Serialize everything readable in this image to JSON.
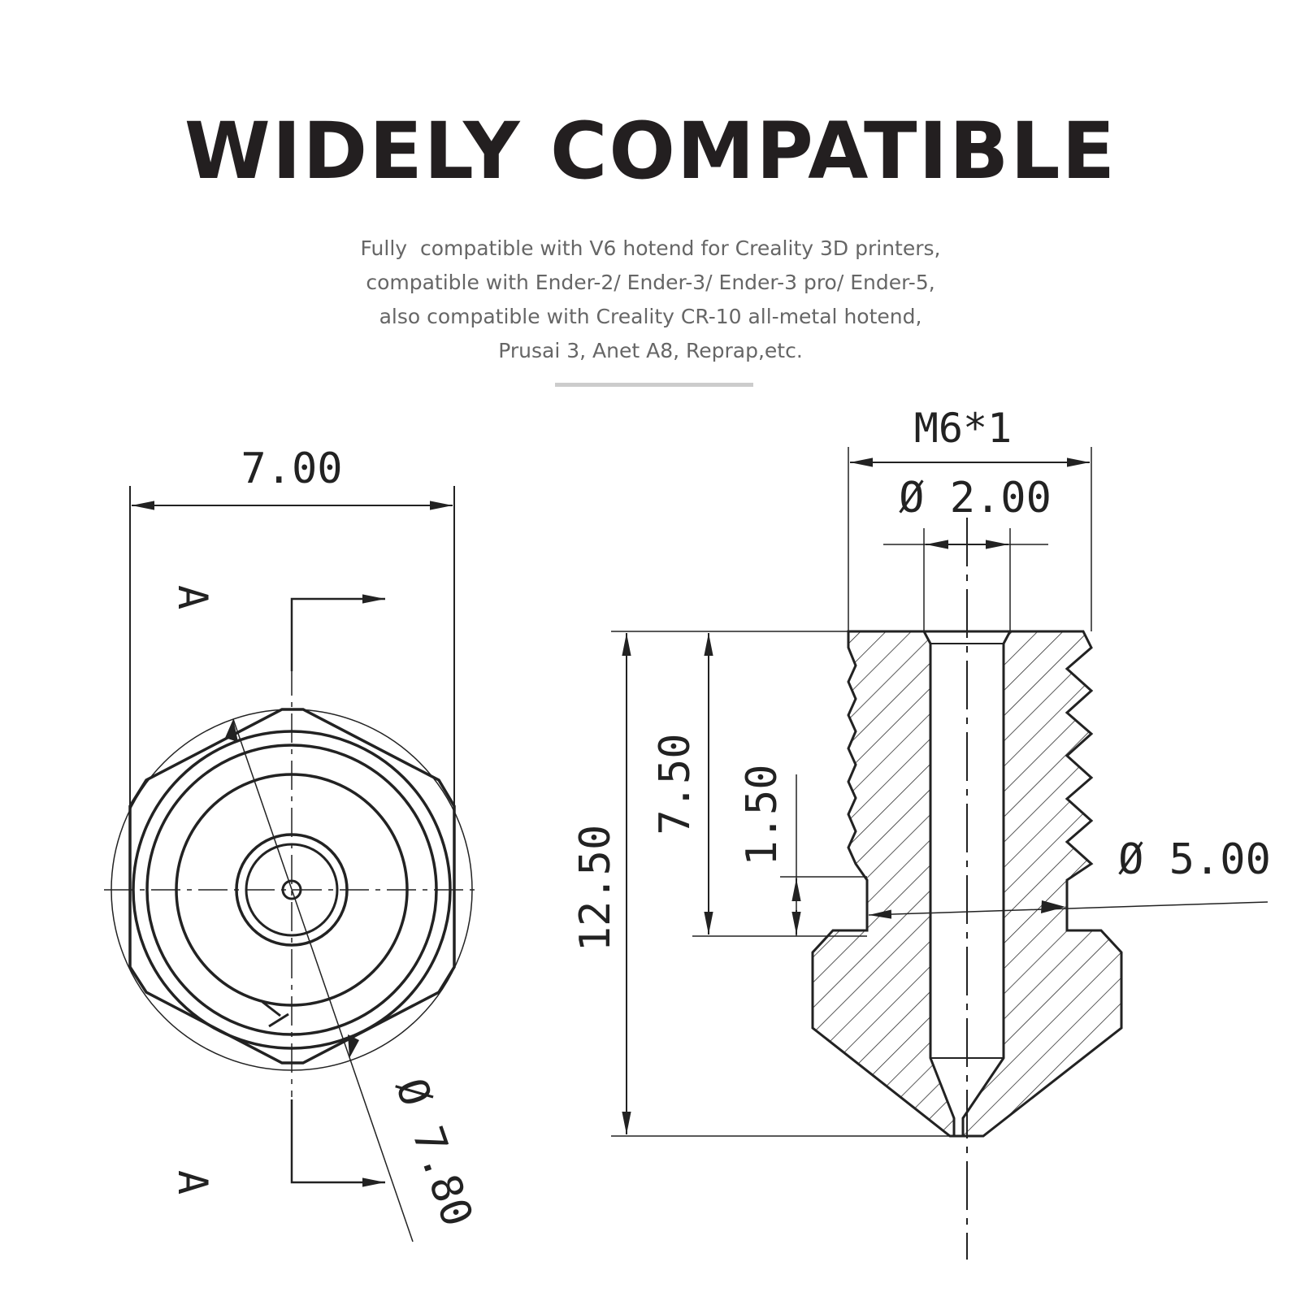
{
  "heading": "WIDELY COMPATIBLE",
  "description": [
    "Fully  compatible with V6 hotend for Creality 3D printers,",
    "compatible with Ender-2/ Ender-3/ Ender-3 pro/ Ender-5,",
    "also compatible with Creality CR-10 all-metal hotend,",
    "Prusai 3, Anet A8, Reprap,etc."
  ],
  "front_view": {
    "width_dim": "7.00",
    "diameter_dim": "Ø 7.80",
    "section_label_top": "A",
    "section_label_bottom": "A"
  },
  "section_view": {
    "thread_dim": "M6*1",
    "bore_dim": "Ø 2.00",
    "neck_dim": "Ø 5.00",
    "total_length_dim": "12.50",
    "thread_length_dim": "7.50",
    "step_dim": "1.50"
  }
}
